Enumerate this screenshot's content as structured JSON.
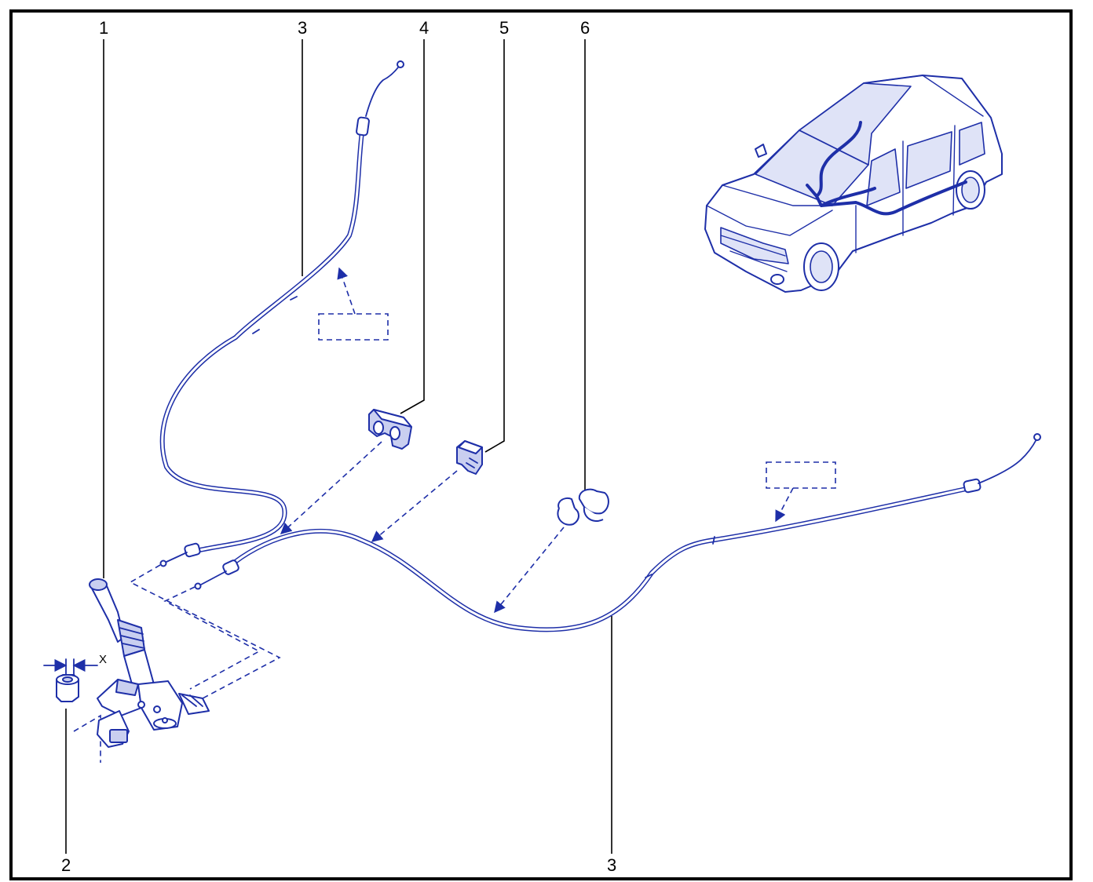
{
  "diagram": {
    "callouts": [
      {
        "id": "c1",
        "label": "1"
      },
      {
        "id": "c2",
        "label": "2"
      },
      {
        "id": "c3a",
        "label": "3"
      },
      {
        "id": "c3b",
        "label": "3"
      },
      {
        "id": "c4",
        "label": "4"
      },
      {
        "id": "c5",
        "label": "5"
      },
      {
        "id": "c6",
        "label": "6"
      }
    ],
    "dimension_label": "X",
    "colors": {
      "line": "#1e2fa8",
      "frame": "#000000",
      "background": "#ffffff"
    }
  }
}
